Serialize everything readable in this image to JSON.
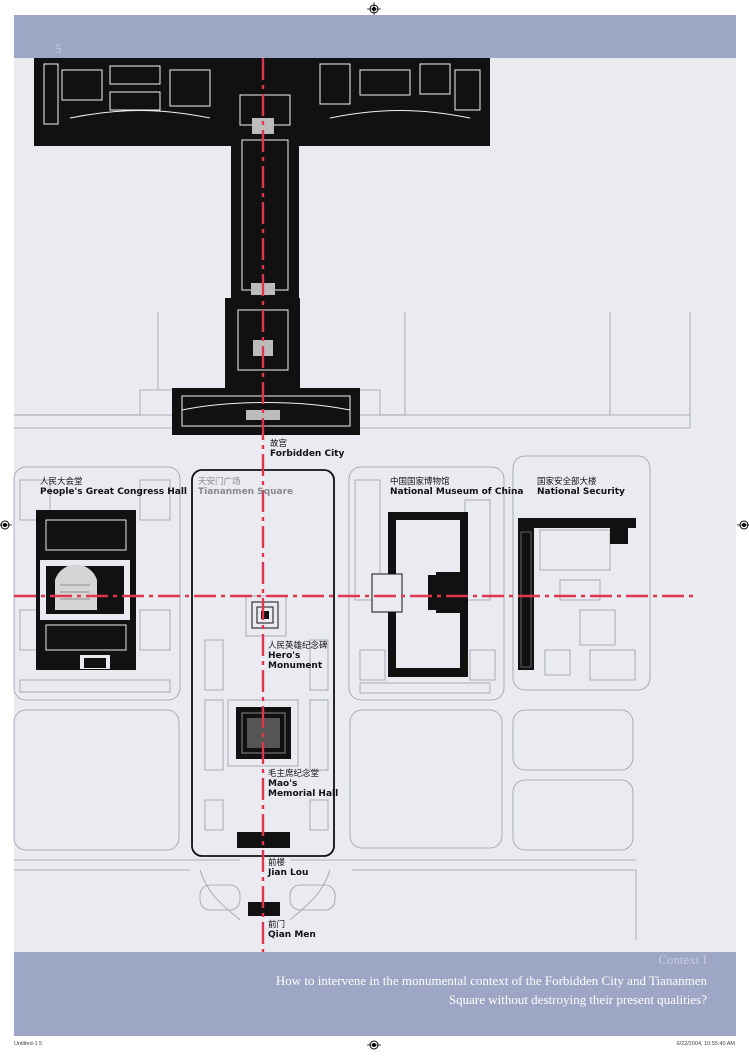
{
  "page": {
    "number": "5"
  },
  "labels": {
    "forbidden_city": {
      "cn": "故宫",
      "en": "Forbidden City"
    },
    "congress_hall": {
      "cn": "人民大会堂",
      "en": "People's Great Congress Hall"
    },
    "tiananmen_square": {
      "cn": "天安门广场",
      "en": "Tiananmen Square"
    },
    "national_museum": {
      "cn": "中国国家博物馆",
      "en": "National Museum of China"
    },
    "national_security": {
      "cn": "国家安全部大楼",
      "en": "National Security"
    },
    "heros_monument": {
      "cn": "人民英雄纪念碑",
      "en_1": "Hero's",
      "en_2": "Monument"
    },
    "mao_memorial": {
      "cn": "毛主席纪念堂",
      "en_1": "Mao's",
      "en_2": "Memorial Hall"
    },
    "jian_lou": {
      "cn": "前楼",
      "en": "Jian Lou"
    },
    "qian_men": {
      "cn": "前门",
      "en": "Qian Men"
    }
  },
  "caption": {
    "title": "Context I",
    "question": "How to intervene in the monumental context of the Forbidden City and Tiananmen Square without destroying their present qualities?"
  },
  "footer": {
    "left": "Untitled-1   5",
    "right": "6/22/2004, 10:55:40 AM"
  },
  "colors": {
    "band": "#9ea6c6",
    "map_bg": "#e9ebf1",
    "axis_red": "#e0344f",
    "building": "#111111"
  }
}
